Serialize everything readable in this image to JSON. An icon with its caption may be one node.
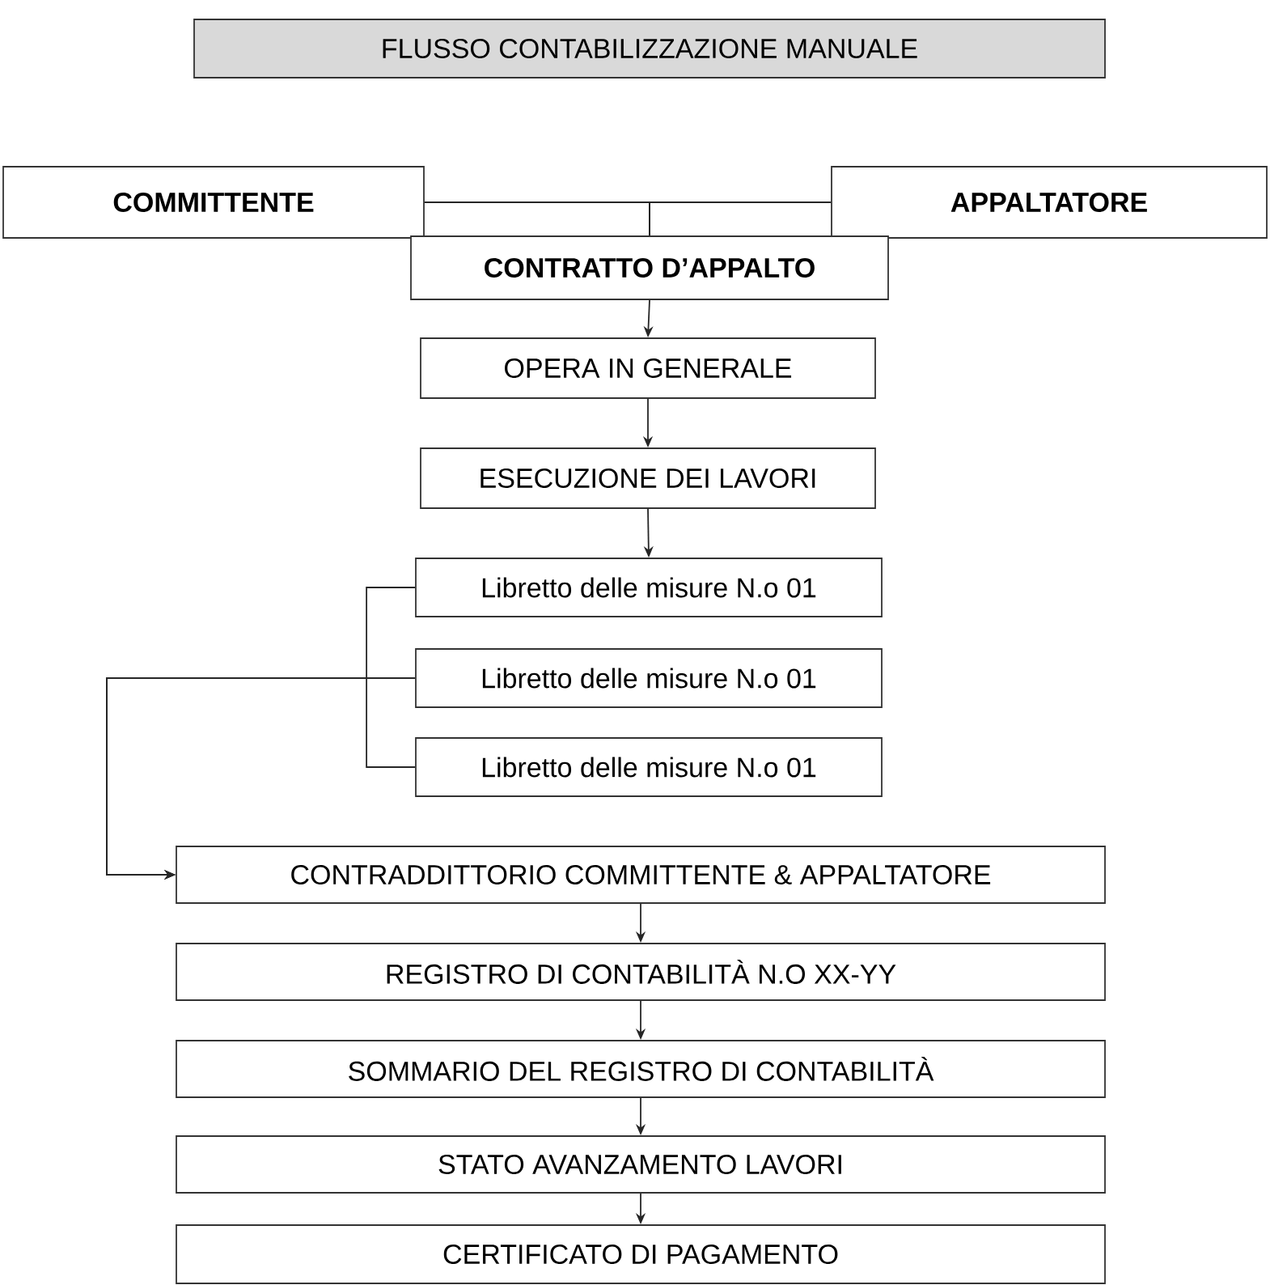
{
  "diagram": {
    "nodes": [
      {
        "text": [
          "FLUSSO CONTABILIZZAZIONE MANUALE"
        ]
      },
      {
        "text": [
          "COMMITTENTE"
        ]
      },
      {
        "text": [
          "APPALTATORE"
        ]
      },
      {
        "text": [
          "CONTRATTO D’APPALTO"
        ]
      },
      {
        "text": [
          "OPERA IN GENERALE"
        ]
      },
      {
        "text": [
          "ESECUZIONE DEI LAVORI"
        ]
      },
      {
        "text": [
          "Libretto delle misure N.o 01"
        ]
      },
      {
        "text": [
          "Libretto delle misure N.o 01"
        ]
      },
      {
        "text": [
          "Libretto delle misure N.o 01"
        ]
      },
      {
        "text": [
          "CONTRADDITTORIO COMMITTENTE & APPALTATORE"
        ]
      },
      {
        "text": [
          "REGISTRO DI CONTABILITÀ N.O XX-YY"
        ]
      },
      {
        "text": [
          "SOMMARIO DEL REGISTRO DI CONTABILITÀ"
        ]
      },
      {
        "text": [
          "STATO AVANZAMENTO LAVORI"
        ]
      },
      {
        "text": [
          "CERTIFICATO DI PAGAMENTO"
        ]
      }
    ],
    "edges": [
      {
        "from": 1,
        "to": 3,
        "arrow": "none"
      },
      {
        "from": 2,
        "to": 3,
        "arrow": "none"
      },
      {
        "from": 3,
        "to": 4,
        "arrow": "to"
      },
      {
        "from": 4,
        "to": 5,
        "arrow": "to"
      },
      {
        "from": 5,
        "to": 6,
        "arrow": "to"
      },
      {
        "from": 6,
        "to": 9,
        "arrow": "to"
      },
      {
        "from": 7,
        "to": 9,
        "arrow": "to"
      },
      {
        "from": 8,
        "to": 9,
        "arrow": "to"
      },
      {
        "from": 9,
        "to": 10,
        "arrow": "to"
      },
      {
        "from": 10,
        "to": 11,
        "arrow": "to"
      },
      {
        "from": 11,
        "to": 12,
        "arrow": "to"
      },
      {
        "from": 12,
        "to": 13,
        "arrow": "to"
      }
    ]
  }
}
